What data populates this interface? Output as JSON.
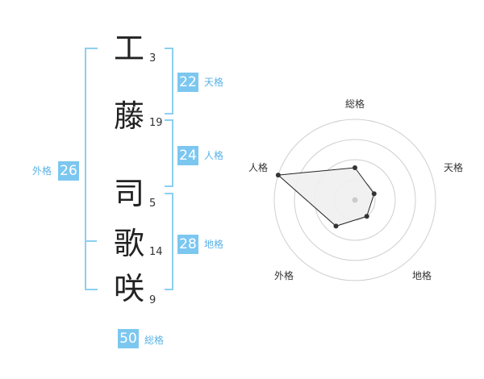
{
  "name": {
    "chars": [
      {
        "char": "工",
        "strokes": "3"
      },
      {
        "char": "藤",
        "strokes": "19"
      },
      {
        "char": "司",
        "strokes": "5"
      },
      {
        "char": "歌",
        "strokes": "14"
      },
      {
        "char": "咲",
        "strokes": "9"
      }
    ]
  },
  "kaku": {
    "tenkaku": {
      "value": "22",
      "label": "天格"
    },
    "jinkaku": {
      "value": "24",
      "label": "人格"
    },
    "chikaku": {
      "value": "28",
      "label": "地格"
    },
    "gaikaku": {
      "value": "26",
      "label": "外格"
    },
    "soukaku": {
      "value": "50",
      "label": "総格"
    }
  },
  "colors": {
    "accent": "#7cc7f0",
    "bracket": "#8ccff2",
    "radar_fill": "#f0f0f0"
  },
  "chart_data": {
    "type": "radar",
    "axes": [
      "総格",
      "天格",
      "地格",
      "外格",
      "人格"
    ],
    "values": [
      0.4,
      0.25,
      0.25,
      0.4,
      1.0
    ],
    "rings": 4,
    "range": [
      0,
      1
    ]
  }
}
